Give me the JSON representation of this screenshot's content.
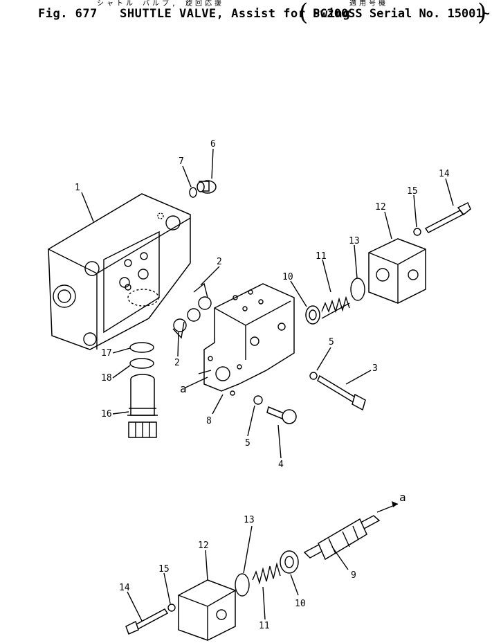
{
  "header": {
    "jp_left": "シャトル バルブ, 旋回応援",
    "jp_right": "適用号機",
    "figure": "Fig. 677",
    "title": "SHUTTLE VALVE, Assist for Swing",
    "serial": "PC200SS Serial No. 15001~"
  },
  "callouts": {
    "c1": "1",
    "c2a": "2",
    "c2b": "2",
    "c3": "3",
    "c4": "4",
    "c5a": "5",
    "c5b": "5",
    "c6": "6",
    "c7": "7",
    "c8": "8",
    "c9": "9",
    "c10a": "10",
    "c10b": "10",
    "c11a": "11",
    "c11b": "11",
    "c12a": "12",
    "c12b": "12",
    "c13a": "13",
    "c13b": "13",
    "c14a": "14",
    "c14b": "14",
    "c15a": "15",
    "c15b": "15",
    "c16": "16",
    "c17": "17",
    "c18": "18",
    "ref_a1": "a",
    "ref_a2": "a"
  }
}
